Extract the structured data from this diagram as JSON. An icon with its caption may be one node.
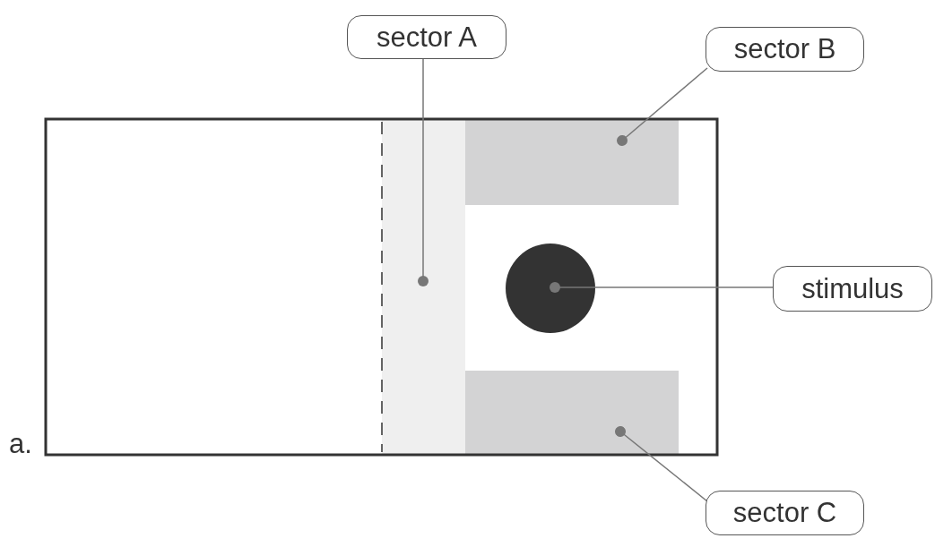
{
  "diagram": {
    "nodes": [
      {
        "text": [
          "sector A"
        ]
      },
      {
        "text": [
          "sector B"
        ]
      },
      {
        "text": [
          "stimulus"
        ]
      },
      {
        "text": [
          "sector C"
        ]
      },
      {
        "text": [],
        "shape": "box"
      },
      {
        "text": [],
        "shape": "box"
      },
      {
        "text": [],
        "shape": "circle"
      },
      {
        "text": [],
        "shape": "box"
      }
    ],
    "edges": [
      {
        "from": 0,
        "to": 4,
        "arrow": "other"
      },
      {
        "from": 1,
        "to": 5,
        "arrow": "other"
      },
      {
        "from": 2,
        "to": 6,
        "arrow": "other"
      },
      {
        "from": 3,
        "to": 7,
        "arrow": "other"
      }
    ],
    "labels": [
      "a."
    ]
  }
}
